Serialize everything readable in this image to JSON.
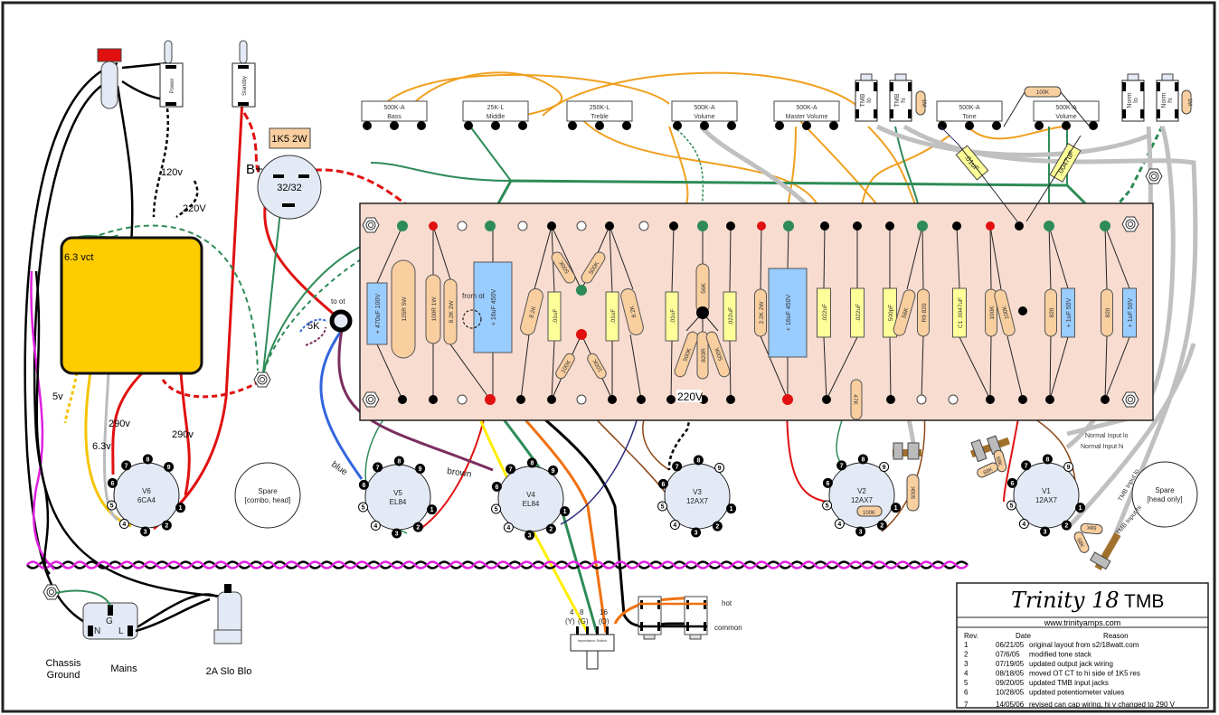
{
  "title_block": {
    "title_script": "Trinity 18",
    "title_suffix": "TMB",
    "website": "www.trinityamps.com",
    "headers": {
      "rev": "Rev.",
      "date": "Date",
      "reason": "Reason"
    },
    "revisions": [
      {
        "rev": "1",
        "date": "06/21/05",
        "reason": "original layout from s2/18watt.com"
      },
      {
        "rev": "2",
        "date": "07/6/05",
        "reason": "modified tone stack"
      },
      {
        "rev": "3",
        "date": "07/19/05",
        "reason": "updated output jack wiring"
      },
      {
        "rev": "4",
        "date": "08/18/05",
        "reason": "moved OT CT to hi side of 1K5 res"
      },
      {
        "rev": "5",
        "date": "09/20/05",
        "reason": "updated TMB input jacks"
      },
      {
        "rev": "6",
        "date": "10/28/05",
        "reason": "updated potentiometer values"
      },
      {
        "rev": "7",
        "date": "14/05/06",
        "reason": "revised can cap wiring, hi v changed to 290 V"
      }
    ]
  },
  "pots": [
    {
      "value": "500K-A",
      "name": "Bass"
    },
    {
      "value": "25K-L",
      "name": "Middle"
    },
    {
      "value": "250K-L",
      "name": "Treble"
    },
    {
      "value": "500K-A",
      "name": "Volume"
    },
    {
      "value": "500K-A",
      "name": "Master Volume"
    },
    {
      "value": "500K-A",
      "name": "Tone"
    },
    {
      "value": "500K-A",
      "name": "Volume"
    }
  ],
  "input_jacks": [
    {
      "line1": "TMB",
      "line2": "lo"
    },
    {
      "line1": "TMB",
      "line2": "hi"
    },
    {
      "line1": "Norm",
      "line2": "lo"
    },
    {
      "line1": "Norm",
      "line2": "hi"
    }
  ],
  "jack_resistors": {
    "tmb": "1M",
    "norm": "1M",
    "bridge": "100K"
  },
  "caps_offboard": {
    "c1": ".01uF",
    "c2": ".0047uF"
  },
  "switches": {
    "power": "Power",
    "standby": "Standby"
  },
  "b_plus": {
    "label": "B+",
    "can_cap": "32/32",
    "resistor": "1K5 2W"
  },
  "transformer": {
    "heater_label": "6.3 vct"
  },
  "voltages": {
    "v120": "120v",
    "v220": "220V",
    "v5": "5v",
    "v63": "6.3v",
    "v290a": "290v",
    "v290b": "290v",
    "v220_board": "220V"
  },
  "board_components": [
    {
      "label": "+ 470uF 100V",
      "type": "ecap"
    },
    {
      "label": "125R 5W",
      "type": "res"
    },
    {
      "label": "100R 1W",
      "type": "res"
    },
    {
      "label": "8.2K 2W",
      "type": "res"
    },
    {
      "label": "+ 16uF 450V",
      "type": "ecap"
    },
    {
      "label": "8.2K",
      "type": "res"
    },
    {
      "label": ".01uF",
      "type": "cap"
    },
    {
      "label": "500K",
      "type": "res"
    },
    {
      "label": "500K",
      "type": "res"
    },
    {
      "label": "100K",
      "type": "res"
    },
    {
      "label": "100K",
      "type": "res"
    },
    {
      "label": ".01uF",
      "type": "cap"
    },
    {
      "label": "8.2K",
      "type": "res"
    },
    {
      "label": ".01uF",
      "type": "cap"
    },
    {
      "label": "56K",
      "type": "res"
    },
    {
      "label": "500K",
      "type": "res"
    },
    {
      "label": "820R",
      "type": "res"
    },
    {
      "label": "500K",
      "type": "res"
    },
    {
      "label": ".022uF",
      "type": "cap"
    },
    {
      "label": "2.2K 2W",
      "type": "res"
    },
    {
      "label": "+ 16uF 450V",
      "type": "ecap"
    },
    {
      "label": ".022uF",
      "type": "cap"
    },
    {
      "label": ".022uF",
      "type": "cap"
    },
    {
      "label": "500pF",
      "type": "cap"
    },
    {
      "label": "56K",
      "type": "res"
    },
    {
      "label": "R9 820",
      "type": "res"
    },
    {
      "label": "47K",
      "type": "res"
    },
    {
      "label": "C1 .0047uF",
      "type": "cap"
    },
    {
      "label": "100K",
      "type": "res"
    },
    {
      "label": "100K",
      "type": "res"
    },
    {
      "label": "820",
      "type": "res"
    },
    {
      "label": "+ 1uF 50V",
      "type": "ecap"
    },
    {
      "label": "820",
      "type": "res"
    },
    {
      "label": "+ 1uF 50V",
      "type": "ecap"
    }
  ],
  "board_notes": {
    "from_ot": "from ot",
    "to_ot": "to ot",
    "five_k": "5K"
  },
  "tubes": [
    {
      "name": "V6",
      "type": "6CA4"
    },
    {
      "name": "V5",
      "type": "EL84"
    },
    {
      "name": "V4",
      "type": "EL84"
    },
    {
      "name": "V3",
      "type": "12AX7"
    },
    {
      "name": "V2",
      "type": "12AX7"
    },
    {
      "name": "V1",
      "type": "12AX7"
    }
  ],
  "spares": [
    {
      "line1": "Spare",
      "line2": "[combo, head]"
    },
    {
      "line1": "Spare",
      "line2": "[head only]"
    }
  ],
  "tube_misc": {
    "v2_res": "100K",
    "v2_pot": "500K",
    "v1_r1": "68K",
    "v1_r2": "68K",
    "v1_r3": "68K",
    "v1_r4": "68K"
  },
  "wire_labels": {
    "blue": "blue",
    "brown": "brown",
    "normal_lo": "Normal Input lo",
    "normal_hi": "Normal Input hi",
    "tmb_lo": "TMB Input lo",
    "tmb_hi": "TMB Input hi"
  },
  "impedance": {
    "switch": "Impedance Switch",
    "t4": "4",
    "t4c": "(Y)",
    "t8": "8",
    "t8c": "(G)",
    "t16": "16",
    "t16c": "(O)",
    "hot": "hot",
    "common": "common"
  },
  "mains": {
    "chassis_ground_1": "Chassis",
    "chassis_ground_2": "Ground",
    "mains": "Mains",
    "fuse": "2A Slo Blo",
    "g": "G",
    "n": "N",
    "l": "L"
  },
  "colors": {
    "board": "#f8dcd0",
    "resistor": "#f9cfa0",
    "film_cap": "#ffff99",
    "ecap": "#99ccff",
    "tube": "#e3eaf5",
    "transformer": "#ffcc00",
    "wire_red": "#e01010",
    "wire_green": "#2e8b57",
    "wire_orange": "#f0a020",
    "wire_grey": "#c0c0c0",
    "wire_magenta": "#e020e0"
  }
}
